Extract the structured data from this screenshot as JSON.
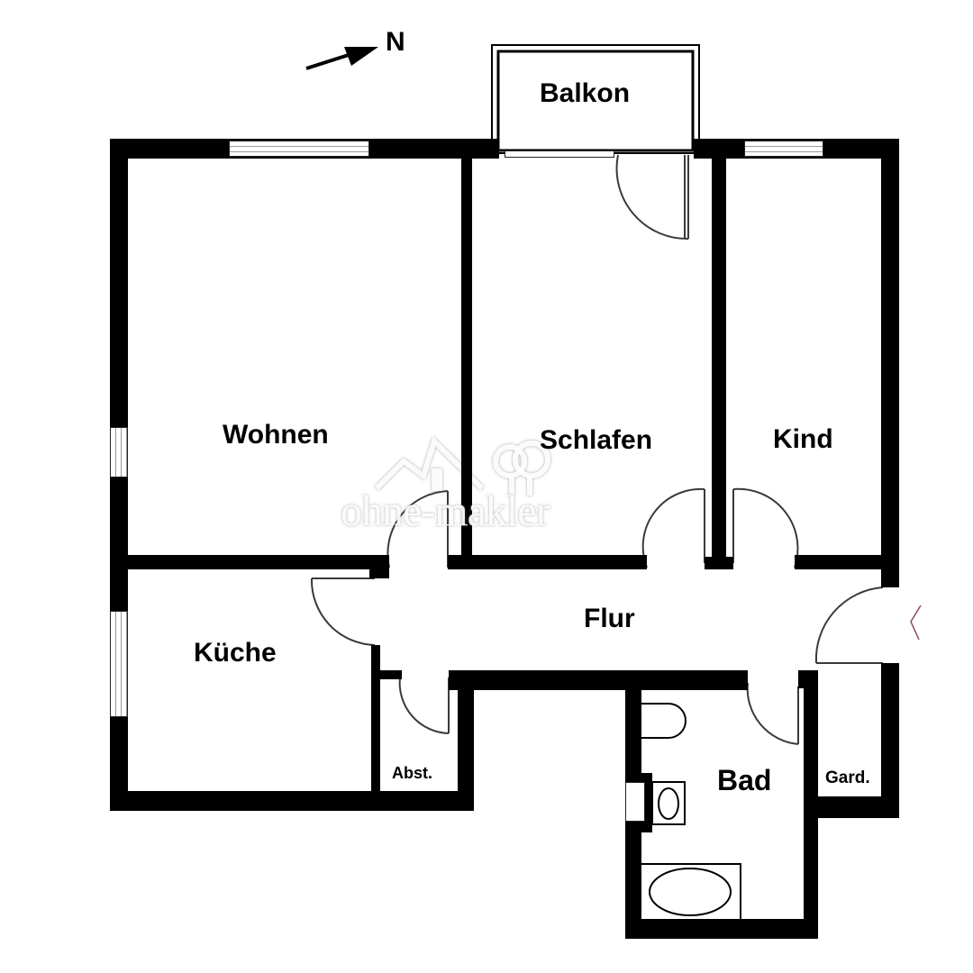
{
  "compass": {
    "label": "N",
    "icon": "north-arrow-icon"
  },
  "rooms": {
    "balkon": "Balkon",
    "wohnen": "Wohnen",
    "schlafen": "Schlafen",
    "kind": "Kind",
    "kueche": "Küche",
    "flur": "Flur",
    "abst": "Abst.",
    "bad": "Bad",
    "gard": "Gard."
  },
  "watermark": {
    "text": "ohne-makler",
    "icon": "house-tree-logo-icon"
  },
  "colors": {
    "wall": "#000000",
    "background": "#ffffff",
    "door_arc": "#5a4a3a",
    "entry_marker": "#8a4a6a"
  }
}
